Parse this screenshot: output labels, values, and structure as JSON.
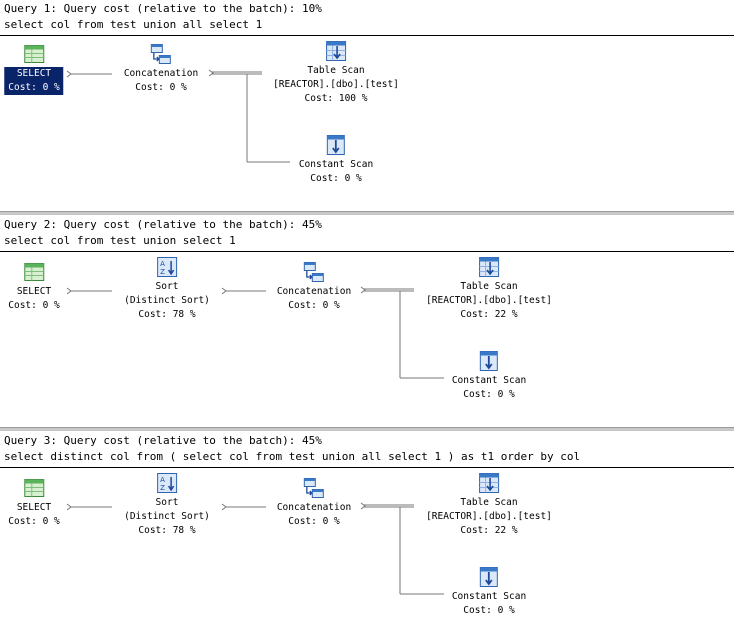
{
  "queries": [
    {
      "header": "Query 1: Query cost (relative to the batch): 10%",
      "sql": "select col from test union all select 1",
      "nodes": [
        {
          "name": "SELECT",
          "cost": "Cost: 0 %",
          "icon": "select-icon"
        },
        {
          "name": "Concatenation",
          "cost": "Cost: 0 %",
          "icon": "concatenation-icon"
        },
        {
          "name": "Table Scan",
          "detail": "[REACTOR].[dbo].[test]",
          "cost": "Cost: 100 %",
          "icon": "table-scan-icon"
        },
        {
          "name": "Constant Scan",
          "cost": "Cost: 0 %",
          "icon": "constant-scan-icon"
        }
      ]
    },
    {
      "header": "Query 2: Query cost (relative to the batch): 45%",
      "sql": "select col from test union select 1",
      "nodes": [
        {
          "name": "SELECT",
          "cost": "Cost: 0 %",
          "icon": "select-icon"
        },
        {
          "name": "Sort",
          "detail": "(Distinct Sort)",
          "cost": "Cost: 78 %",
          "icon": "sort-icon"
        },
        {
          "name": "Concatenation",
          "cost": "Cost: 0 %",
          "icon": "concatenation-icon"
        },
        {
          "name": "Table Scan",
          "detail": "[REACTOR].[dbo].[test]",
          "cost": "Cost: 22 %",
          "icon": "table-scan-icon"
        },
        {
          "name": "Constant Scan",
          "cost": "Cost: 0 %",
          "icon": "constant-scan-icon"
        }
      ]
    },
    {
      "header": "Query 3: Query cost (relative to the batch): 45%",
      "sql": "select distinct col from ( select col from test union all select 1 ) as t1 order by col",
      "nodes": [
        {
          "name": "SELECT",
          "cost": "Cost: 0 %",
          "icon": "select-icon"
        },
        {
          "name": "Sort",
          "detail": "(Distinct Sort)",
          "cost": "Cost: 78 %",
          "icon": "sort-icon"
        },
        {
          "name": "Concatenation",
          "cost": "Cost: 0 %",
          "icon": "concatenation-icon"
        },
        {
          "name": "Table Scan",
          "detail": "[REACTOR].[dbo].[test]",
          "cost": "Cost: 22 %",
          "icon": "table-scan-icon"
        },
        {
          "name": "Constant Scan",
          "cost": "Cost: 0 %",
          "icon": "constant-scan-icon"
        }
      ]
    }
  ],
  "colors": {
    "selection": "#0a246a",
    "icon_blue": "#3a78c8",
    "icon_green": "#3c9a3c"
  }
}
